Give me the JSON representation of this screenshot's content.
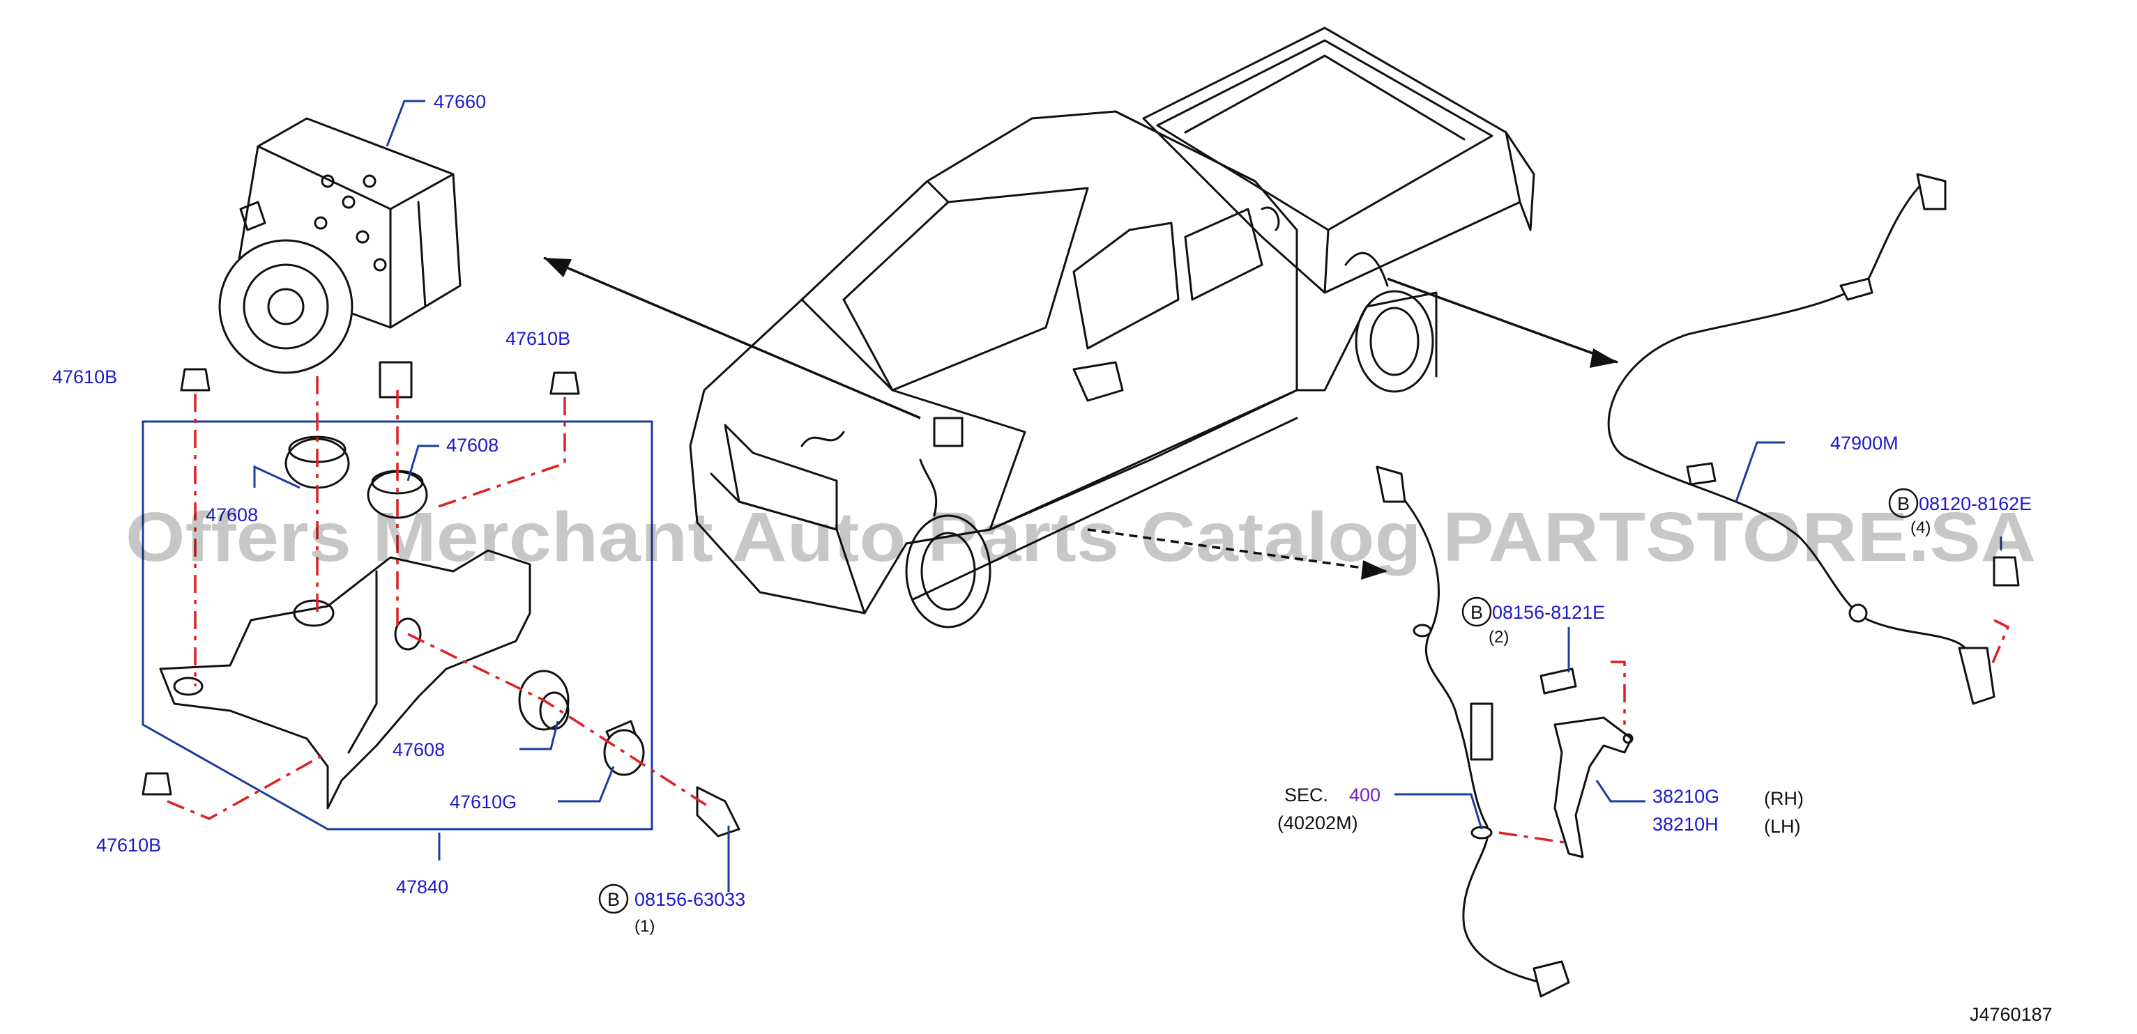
{
  "diagram": {
    "code": "J4760187",
    "watermark": "Offers Merchant Auto Parts Catalog PARTSTORE.SA",
    "labels": {
      "p47660": "47660",
      "p47610b_top_left": "47610B",
      "p47610b_top_right": "47610B",
      "p47608_left": "47608",
      "p47608_right": "47608",
      "p47608_lower": "47608",
      "p47610g": "47610G",
      "p47610b_bottom": "47610B",
      "p47840": "47840",
      "b_08156_63033": "08156-63033",
      "qty_1": "(1)",
      "b_08156_8121e": "08156-8121E",
      "qty_2": "(2)",
      "sec_text": "SEC.",
      "sec_num": "400",
      "sec_sub": "(40202M)",
      "p38210g": "38210G",
      "p38210h": "38210H",
      "rh": "(RH)",
      "lh": "(LH)",
      "p47900m": "47900M",
      "b_08120_8162e": "08120-8162E",
      "qty_4": "(4)",
      "bolt_marker": "B"
    }
  }
}
